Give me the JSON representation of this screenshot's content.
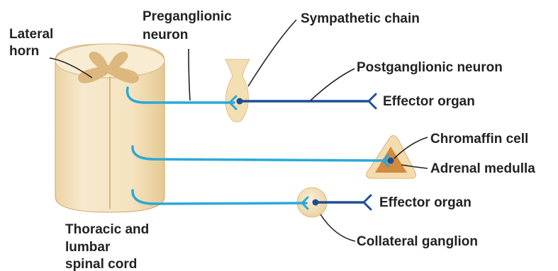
{
  "labels": {
    "lateral_horn": [
      "Lateral",
      "horn"
    ],
    "preganglionic": [
      "Preganglionic",
      "neuron"
    ],
    "sympathetic_chain": "Sympathetic chain",
    "postganglionic": "Postganglionic neuron",
    "effector_organ_1": "Effector organ",
    "chromaffin_cell": "Chromaffin cell",
    "adrenal_medulla": "Adrenal medulla",
    "effector_organ_2": "Effector organ",
    "collateral_ganglion": "Collateral ganglion",
    "spinal_cord": [
      "Thoracic and",
      "lumbar",
      "spinal cord"
    ]
  },
  "colors": {
    "preganglionic_fiber": "#2aa9d8",
    "postganglionic_fiber": "#1d4e96",
    "tissue_light": "#f6e6c4",
    "tissue_mid": "#efd3a0",
    "gray_matter": "#dcb77e",
    "medulla_core": "#d28a3c"
  }
}
